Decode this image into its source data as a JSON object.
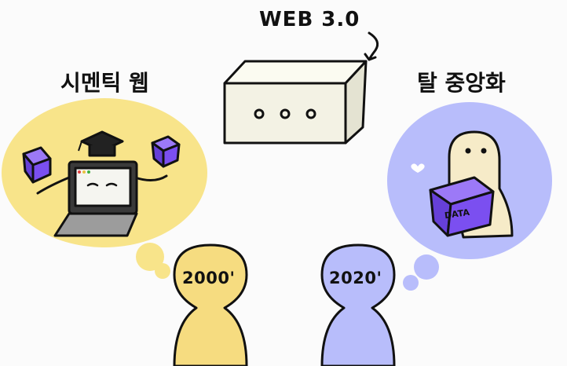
{
  "heading": "WEB 3.0",
  "left_bubble": {
    "title": "시멘틱 웹"
  },
  "right_bubble": {
    "title": "탈 중앙화",
    "box_label": "DATA"
  },
  "people": {
    "left_year": "2000'",
    "right_year": "2020'"
  },
  "colors": {
    "yellow": "#f8e48a",
    "person_yellow": "#f6dc80",
    "lavender": "#b8bdfb",
    "purple_cube": "#7b4ff0",
    "server_box": "#f1f0e2",
    "skin": "#f6ebc8"
  },
  "icons": [
    "server-icon",
    "laptop-icon",
    "graduation-cap-icon",
    "cube-icon",
    "heart-icon",
    "data-box-icon"
  ]
}
